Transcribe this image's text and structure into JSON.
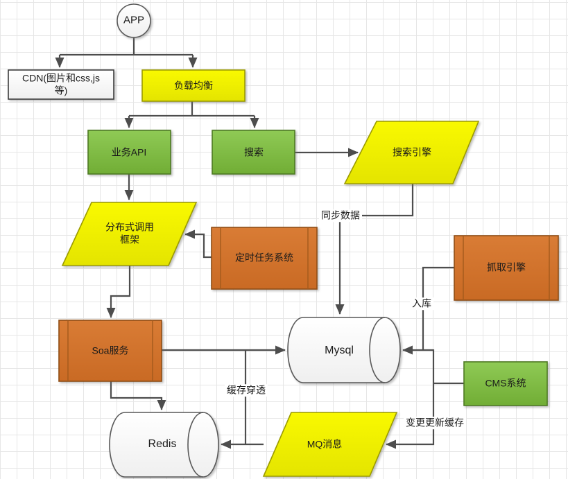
{
  "diagram": {
    "title": "app-architecture-flowchart",
    "nodes": {
      "app": {
        "label": "APP",
        "shape": "circle"
      },
      "cdn": {
        "label_line1": "CDN(图片和css,js",
        "label_line2": "等)",
        "shape": "rectangle"
      },
      "load_balancer": {
        "label": "负载均衡",
        "shape": "rectangle",
        "color": "yellow"
      },
      "business_api": {
        "label": "业务API",
        "shape": "rectangle",
        "color": "green"
      },
      "search": {
        "label": "搜索",
        "shape": "rectangle",
        "color": "green"
      },
      "search_engine": {
        "label": "搜索引擎",
        "shape": "parallelogram",
        "color": "yellow"
      },
      "distributed_framework": {
        "label_line1": "分布式调用",
        "label_line2": "框架",
        "shape": "parallelogram",
        "color": "yellow"
      },
      "scheduled_task_system": {
        "label": "定时任务系统",
        "shape": "predefined-process",
        "color": "orange"
      },
      "crawl_engine": {
        "label": "抓取引擎",
        "shape": "predefined-process",
        "color": "orange"
      },
      "soa_service": {
        "label": "Soa服务",
        "shape": "predefined-process",
        "color": "orange"
      },
      "mysql": {
        "label": "Mysql",
        "shape": "cylinder"
      },
      "cms_system": {
        "label": "CMS系统",
        "shape": "rectangle",
        "color": "green"
      },
      "redis": {
        "label": "Redis",
        "shape": "cylinder"
      },
      "mq_message": {
        "label": "MQ消息",
        "shape": "parallelogram",
        "color": "yellow"
      }
    },
    "edge_labels": {
      "sync_data": "同步数据",
      "into_db": "入库",
      "cache_penetration": "缓存穿透",
      "change_update_cache": "变更更新缓存"
    },
    "colors": {
      "yellow_fill": "#f2f200",
      "yellow_border": "#9b9b00",
      "green_fill": "#7ebb41",
      "green_border": "#4e7a23",
      "orange_fill": "#d2712b",
      "orange_border": "#8f4e16",
      "neutral_fill": "#fbfbfb",
      "neutral_border": "#595959",
      "line_color": "#4d4d4d",
      "grid_color": "#e6e6e6"
    }
  }
}
